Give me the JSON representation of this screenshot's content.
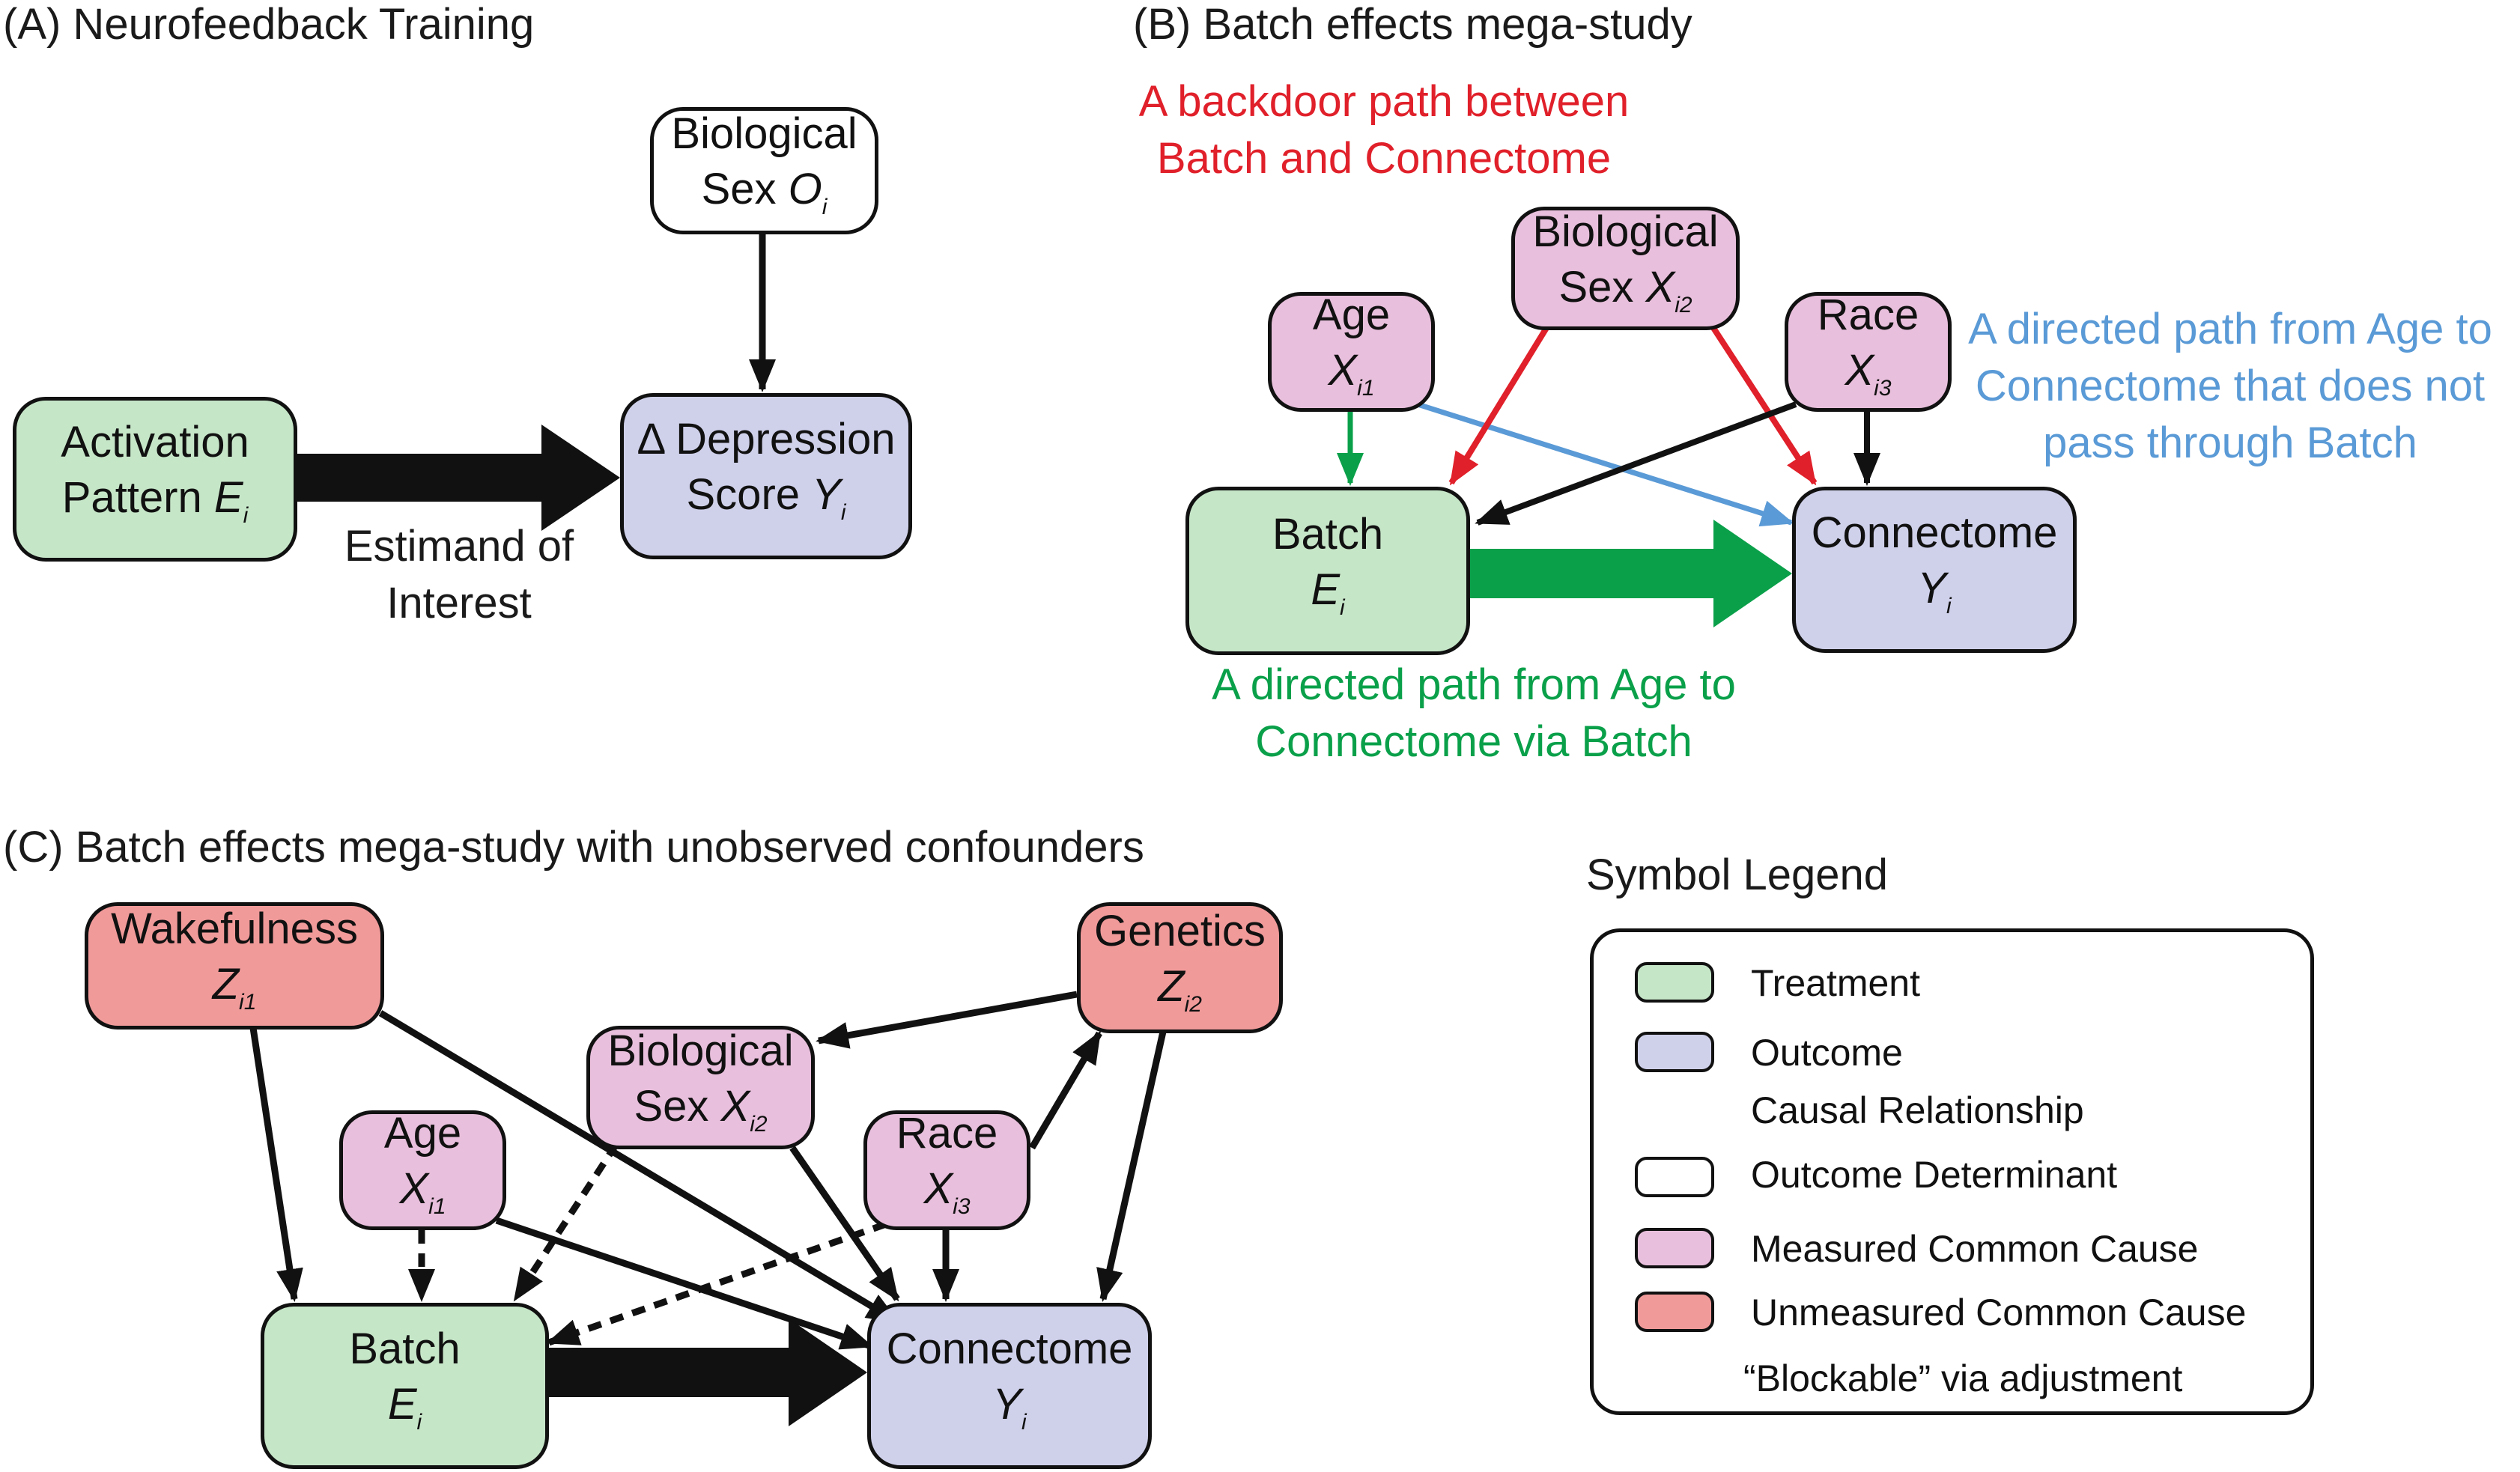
{
  "panels": {
    "a": {
      "title": "(A) Neurofeedback Training"
    },
    "b": {
      "title": "(B) Batch effects mega-study"
    },
    "c": {
      "title": "(C) Batch effects mega-study with unobserved confounders"
    }
  },
  "nodes": {
    "a_sex": {
      "line1": "Biological",
      "line2": "Sex",
      "sym": "O",
      "sub": "i"
    },
    "a_act": {
      "line1": "Activation",
      "line2": "Pattern",
      "sym": "E",
      "sub": "i"
    },
    "a_dep": {
      "line1": "Δ Depression",
      "line2": "Score",
      "sym": "Y",
      "sub": "i"
    },
    "b_age": {
      "line1": "Age",
      "line2": "",
      "sym": "X",
      "sub": "i1"
    },
    "b_sex": {
      "line1": "Biological",
      "line2": "Sex",
      "sym": "X",
      "sub": "i2"
    },
    "b_race": {
      "line1": "Race",
      "line2": "",
      "sym": "X",
      "sub": "i3"
    },
    "b_batch": {
      "line1": "Batch",
      "line2": "",
      "sym": "E",
      "sub": "i"
    },
    "b_conn": {
      "line1": "Connectome",
      "line2": "",
      "sym": "Y",
      "sub": "i"
    },
    "c_wake": {
      "line1": "Wakefulness",
      "line2": "",
      "sym": "Z",
      "sub": "i1"
    },
    "c_gen": {
      "line1": "Genetics",
      "line2": "",
      "sym": "Z",
      "sub": "i2"
    },
    "c_sex": {
      "line1": "Biological",
      "line2": "Sex",
      "sym": "X",
      "sub": "i2"
    },
    "c_age": {
      "line1": "Age",
      "line2": "",
      "sym": "X",
      "sub": "i1"
    },
    "c_race": {
      "line1": "Race",
      "line2": "",
      "sym": "X",
      "sub": "i3"
    },
    "c_batch": {
      "line1": "Batch",
      "line2": "",
      "sym": "E",
      "sub": "i"
    },
    "c_conn": {
      "line1": "Connectome",
      "line2": "",
      "sym": "Y",
      "sub": "i"
    }
  },
  "annotations": {
    "estimand": [
      "Estimand of",
      "Interest"
    ],
    "backdoor": [
      "A backdoor path between",
      "Batch and Connectome"
    ],
    "direct_blue": [
      "A directed path from Age to",
      "Connectome that does not",
      "pass through Batch"
    ],
    "direct_green": [
      "A directed path from Age to",
      "Connectome via Batch"
    ]
  },
  "colors": {
    "treatment": "#c6e6c8",
    "outcome": "#cfd0ea",
    "determinant": "#ffffff",
    "measured": "#e8bfdc",
    "unmeasured": "#f19a9a",
    "red_path": "#e0202a",
    "blue_path": "#5a9ad6",
    "green_path": "#0aa04a"
  },
  "legend": {
    "title": "Symbol Legend",
    "items": [
      {
        "kind": "swatch",
        "color": "treatment",
        "label": "Treatment"
      },
      {
        "kind": "swatch",
        "color": "outcome",
        "label": "Outcome"
      },
      {
        "kind": "arrow",
        "label": "Causal Relationship"
      },
      {
        "kind": "swatch",
        "color": "determinant",
        "label": "Outcome Determinant"
      },
      {
        "kind": "swatch",
        "color": "measured",
        "label": "Measured Common Cause"
      },
      {
        "kind": "swatch",
        "color": "unmeasured",
        "label": "Unmeasured Common Cause"
      },
      {
        "kind": "dashed-arrow",
        "label": "“Blockable” via adjustment"
      }
    ]
  }
}
